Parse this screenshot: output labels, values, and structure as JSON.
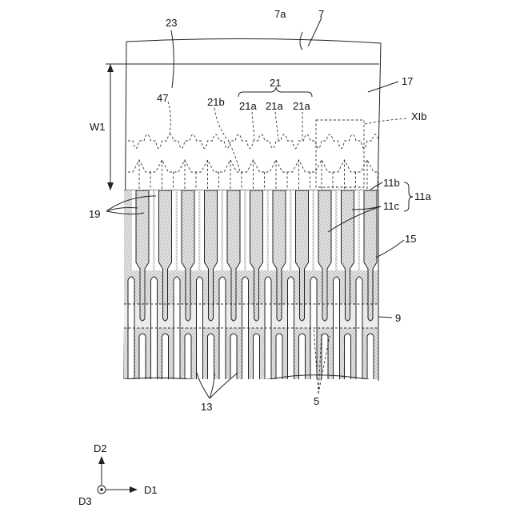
{
  "labels": {
    "l23": "23",
    "l7a": "7a",
    "l7": "7",
    "l17": "17",
    "l21": "21",
    "l47": "47",
    "l21b": "21b",
    "l21a_1": "21a",
    "l21a_2": "21a",
    "l21a_3": "21a",
    "lXIb": "XIb",
    "lW1": "W1",
    "l11b": "11b",
    "l11a": "11a",
    "l19": "19",
    "l11c": "11c",
    "l15": "15",
    "l9": "9",
    "l13": "13",
    "l5": "5"
  },
  "axes": {
    "d1": "D1",
    "d2": "D2",
    "d3": "D3"
  }
}
